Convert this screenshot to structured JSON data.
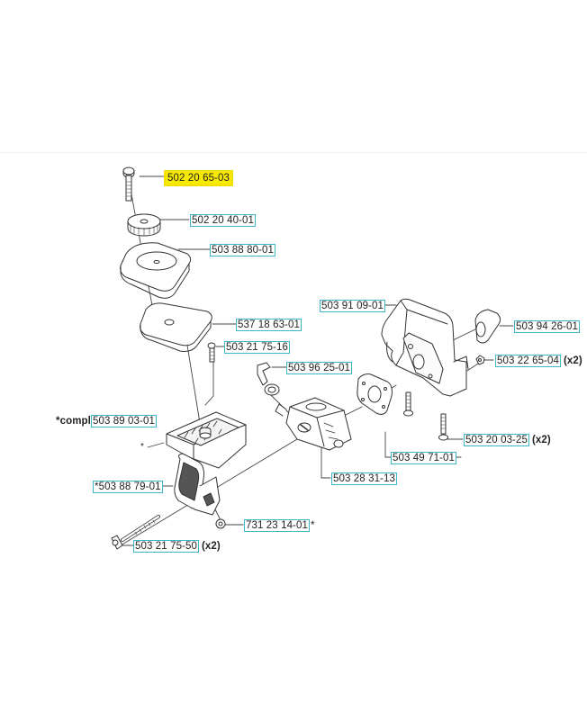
{
  "diagram": {
    "type": "exploded parts diagram",
    "subject": "air filter / carburetor assembly",
    "highlight_color": "#f7ea00",
    "label_border_color": "#3fb6c8"
  },
  "parts": [
    {
      "id": "p1",
      "number": "502 20 65-03",
      "highlighted": true,
      "qty": "",
      "prefix": "",
      "suffix": ""
    },
    {
      "id": "p2",
      "number": "502 20 40-01",
      "highlighted": false,
      "qty": "",
      "prefix": "",
      "suffix": ""
    },
    {
      "id": "p3",
      "number": "503 88 80-01",
      "highlighted": false,
      "qty": "",
      "prefix": "",
      "suffix": ""
    },
    {
      "id": "p4",
      "number": "537 18 63-01",
      "highlighted": false,
      "qty": "",
      "prefix": "",
      "suffix": ""
    },
    {
      "id": "p5",
      "number": "503 21 75-16",
      "highlighted": false,
      "qty": "",
      "prefix": "",
      "suffix": ""
    },
    {
      "id": "p6",
      "number": "503 96 25-01",
      "highlighted": false,
      "qty": "",
      "prefix": "",
      "suffix": ""
    },
    {
      "id": "p7",
      "number": "503 89 03-01",
      "highlighted": false,
      "qty": "",
      "prefix": "*compl",
      "suffix": ""
    },
    {
      "id": "p8",
      "number": "503 88 79-01",
      "highlighted": false,
      "qty": "",
      "prefix": "*",
      "suffix": ""
    },
    {
      "id": "p9",
      "number": "731 23 14-01",
      "highlighted": false,
      "qty": "",
      "prefix": "",
      "suffix": "*"
    },
    {
      "id": "p10",
      "number": "503 21 75-50",
      "highlighted": false,
      "qty": "(x2)",
      "prefix": "",
      "suffix": ""
    },
    {
      "id": "p11",
      "number": "503 91 09-01",
      "highlighted": false,
      "qty": "",
      "prefix": "",
      "suffix": ""
    },
    {
      "id": "p12",
      "number": "503 94 26-01",
      "highlighted": false,
      "qty": "",
      "prefix": "",
      "suffix": ""
    },
    {
      "id": "p13",
      "number": "503 22 65-04",
      "highlighted": false,
      "qty": "(x2)",
      "prefix": "",
      "suffix": ""
    },
    {
      "id": "p14",
      "number": "503 20 03-25",
      "highlighted": false,
      "qty": "(x2)",
      "prefix": "",
      "suffix": ""
    },
    {
      "id": "p15",
      "number": "503 49 71-01",
      "highlighted": false,
      "qty": "",
      "prefix": "",
      "suffix": ""
    },
    {
      "id": "p16",
      "number": "503 28 31-13",
      "highlighted": false,
      "qty": "",
      "prefix": "",
      "suffix": ""
    }
  ],
  "markers": {
    "housing_star": "*"
  }
}
